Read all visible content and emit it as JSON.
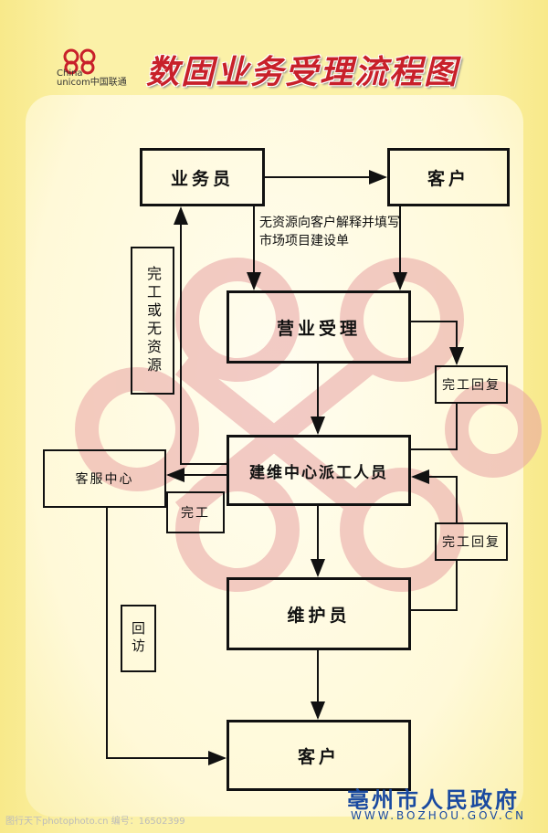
{
  "header": {
    "logo_text": [
      "China",
      "unicom中国联通"
    ],
    "title": "数固业务受理流程图"
  },
  "nodes": {
    "salesperson": "业务员",
    "customer_top": "客户",
    "note": "无资源向客户解释并填写市场项目建设单",
    "business_acceptance": "营业受理",
    "done_or_no_resource": "完工或无资源",
    "done_reply_1": "完工回复",
    "dispatch_center": "建维中心派工人员",
    "service_center": "客服中心",
    "done": "完工",
    "done_reply_2": "完工回复",
    "maintainer": "维护员",
    "revisit": "回访",
    "customer_bottom": "客户"
  },
  "footer": {
    "org": "亳州市人民政府",
    "url": "WWW.BOZHOU.GOV.CN",
    "watermark": "图行天下photophoto.cn 编号：16502399"
  },
  "colors": {
    "title": "#c8202a",
    "org": "#1a4aa0",
    "watermark_knot": "#e8a0a0"
  }
}
